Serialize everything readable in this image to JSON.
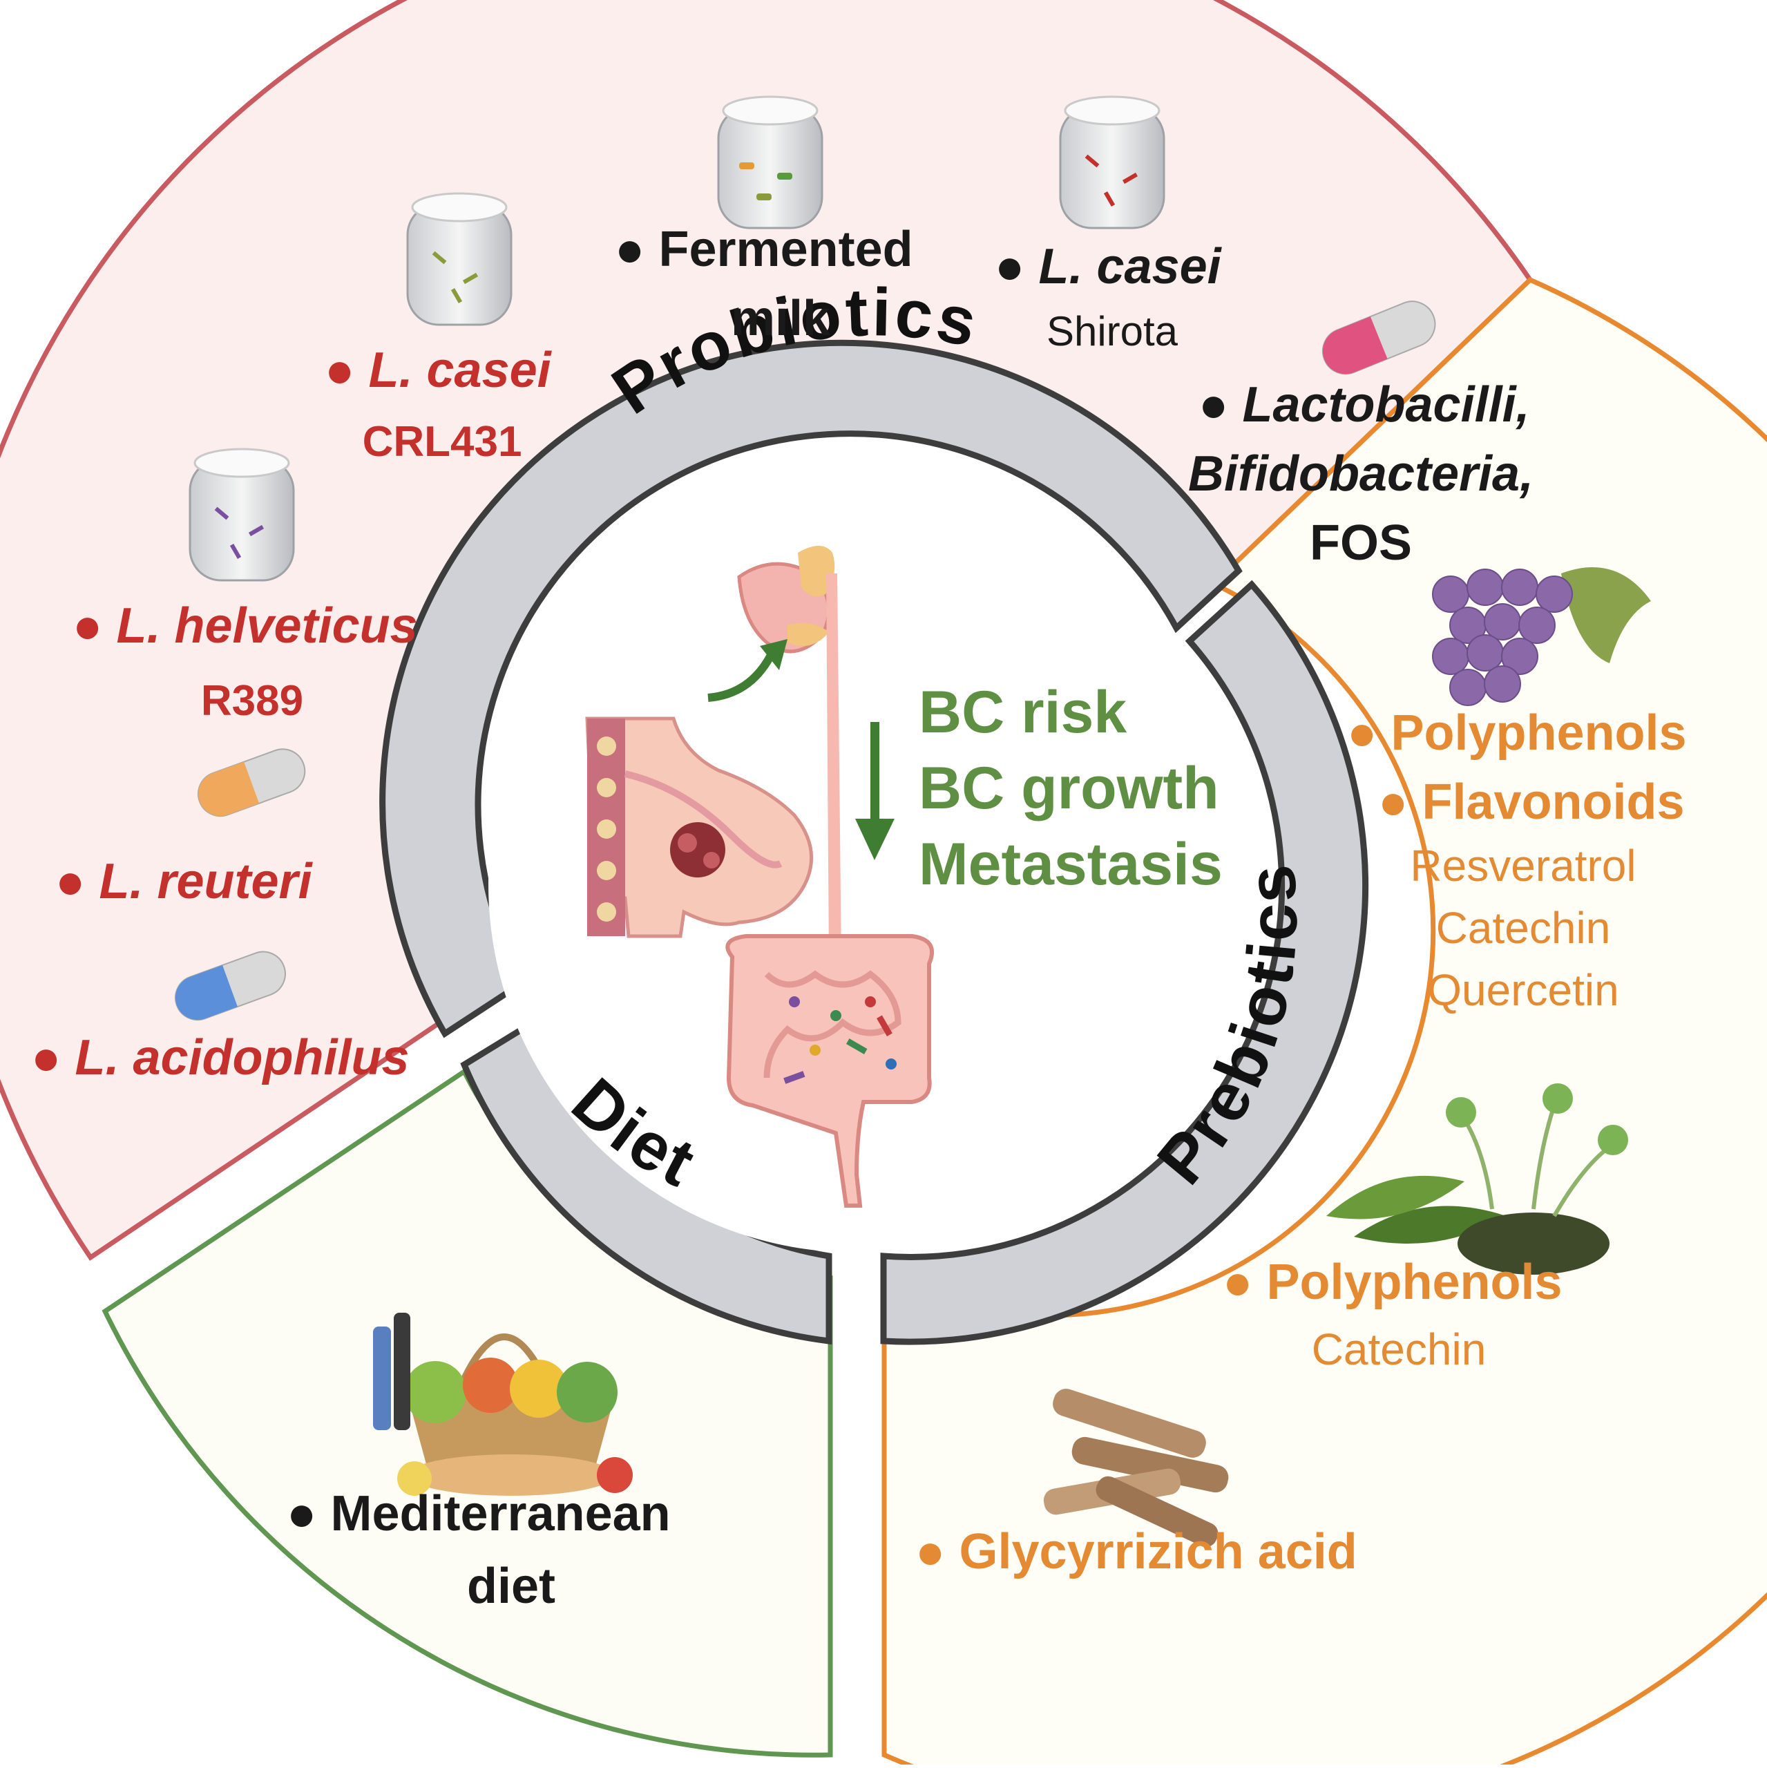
{
  "colors": {
    "probiotics_border": "#c95a60",
    "probiotics_fill": "#fdeeee",
    "probiotics_text": "#c4302b",
    "prebiotics_border": "#e8892f",
    "prebiotics_fill": "#fefdf6",
    "prebiotics_text": "#e48a33",
    "diet_border": "#5f9650",
    "diet_fill": "#fdfdf6",
    "ring_fill": "#cfd1d6",
    "ring_stroke": "#3d3d3d",
    "center_text": "#5f8f43",
    "bullet_black": "#1a1a1a"
  },
  "ring_labels": {
    "probiotics": "Probiotics",
    "prebiotics": "Prebiotics",
    "diet": "Diet"
  },
  "center": {
    "lines": [
      "BC risk",
      "BC growth",
      "Metastasis"
    ],
    "icons": [
      "breast-tumor-icon",
      "stomach-pancreas-icon",
      "intestine-microbiota-icon",
      "down-arrow-icon",
      "curved-arrow-icon"
    ]
  },
  "probiotics": {
    "items": [
      {
        "name": "L. casei",
        "sub": "CRL431",
        "icon": "yogurt-jar-icon"
      },
      {
        "name": "Fermented",
        "sub": "milk",
        "icon": "yogurt-jar-icon"
      },
      {
        "name": "L. casei",
        "sub": "Shirota",
        "icon": "yogurt-jar-icon"
      },
      {
        "name": "L. helveticus",
        "sub": "R389",
        "icon": "yogurt-jar-icon"
      },
      {
        "name": "L. reuteri",
        "icon": "capsule-icon"
      },
      {
        "name": "L. acidophilus",
        "icon": "capsule-icon"
      }
    ]
  },
  "synbiotic": {
    "lines": [
      "Lactobacilli,",
      "Bifidobacteria,",
      "FOS"
    ],
    "icon": "capsule-icon"
  },
  "prebiotics": {
    "group1": {
      "heads": [
        "Polyphenols",
        "Flavonoids"
      ],
      "subs": [
        "Resveratrol",
        "Catechin",
        "Quercetin"
      ],
      "icon": "grapes-icon"
    },
    "group2": {
      "head": "Polyphenols",
      "sub": "Catechin",
      "icon": "tea-leaves-icon"
    },
    "group3": {
      "head": "Glycyrrizich acid",
      "icon": "licorice-root-icon"
    }
  },
  "diet": {
    "lines": [
      "Mediterranean",
      "diet"
    ],
    "icon": "food-basket-icon"
  }
}
